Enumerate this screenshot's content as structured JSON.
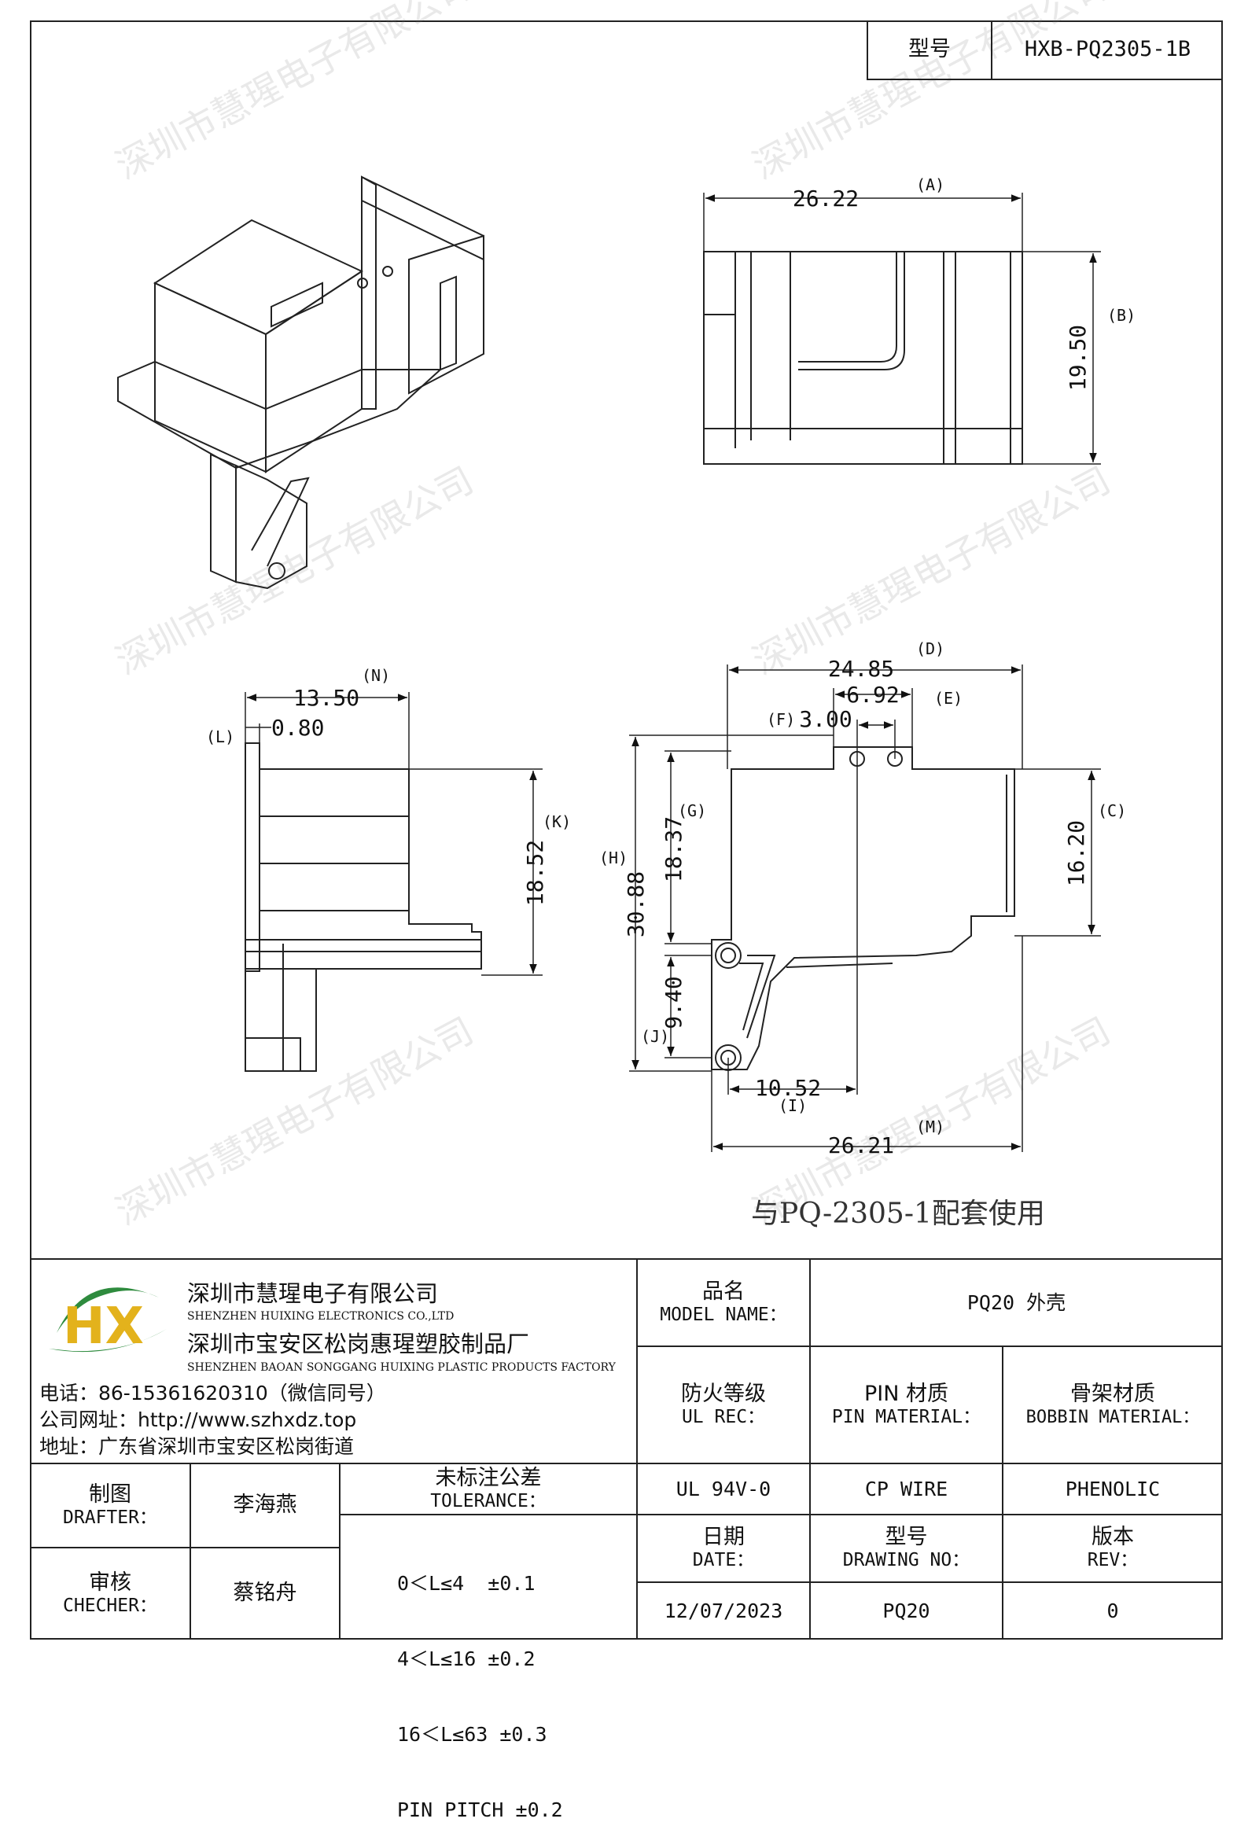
{
  "header": {
    "model_label": "型号",
    "model_value": "HXB-PQ2305-1B"
  },
  "watermark": "深圳市慧瑆电子有限公司",
  "drawing": {
    "note": "与PQ-2305-1配套使用",
    "dims": {
      "A": "26.22",
      "A_tag": "(A)",
      "B": "19.50",
      "B_tag": "(B)",
      "N": "13.50",
      "N_tag": "(N)",
      "L": "0.80",
      "L_tag": "(L)",
      "K": "18.52",
      "K_tag": "(K)",
      "D": "24.85",
      "D_tag": "(D)",
      "E": "6.92",
      "E_tag": "(E)",
      "F": "3.00",
      "F_tag": "(F)",
      "C": "16.20",
      "C_tag": "(C)",
      "G": "18.37",
      "G_tag": "(G)",
      "H": "30.88",
      "H_tag": "(H)",
      "J": "9.40",
      "J_tag": "(J)",
      "I": "10.52",
      "I_tag": "(I)",
      "M": "26.21",
      "M_tag": "(M)"
    }
  },
  "company": {
    "logo_text": "HX",
    "name_cn": "深圳市慧瑆电子有限公司",
    "name_en": "SHENZHEN HUIXING ELECTRONICS CO.,LTD",
    "factory_cn": "深圳市宝安区松岗惠瑆塑胶制品厂",
    "factory_en": "SHENZHEN BAOAN SONGGANG HUIXING PLASTIC PRODUCTS FACTORY",
    "phone": "电话：86-15361620310（微信同号）",
    "website": "公司网址：http://www.szhxdz.top",
    "address": "地址：广东省深圳市宝安区松岗街道"
  },
  "table": {
    "model_name_cn": "品名",
    "model_name_en": "MODEL NAME：",
    "model_name_value": "PQ20 外壳",
    "ul_cn": "防火等级",
    "ul_en": "UL REC：",
    "pin_cn": "PIN 材质",
    "pin_en": "PIN MATERIAL：",
    "bobbin_cn": "骨架材质",
    "bobbin_en": "BOBBIN MATERIAL：",
    "ul_value": "UL 94V-0",
    "pin_value": "CP WIRE",
    "bobbin_value": "PHENOLIC",
    "drafter_cn": "制图",
    "drafter_en": "DRAFTER：",
    "drafter_name": "李海燕",
    "checker_cn": "审核",
    "checker_en": "CHECHER：",
    "checker_name": "蔡铭舟",
    "tolerance_cn": "未标注公差",
    "tolerance_en": "TOLERANCE：",
    "tolerance_lines": [
      "0＜L≤4  ±0.1",
      "4＜L≤16 ±0.2",
      "16＜L≤63 ±0.3",
      "PIN PITCH ±0.2"
    ],
    "date_cn": "日期",
    "date_en": "DATE：",
    "drawing_no_cn": "型号",
    "drawing_no_en": "DRAWING NO：",
    "rev_cn": "版本",
    "rev_en": "REV：",
    "date_value": "12/07/2023",
    "drawing_no_value": "PQ20",
    "rev_value": "0"
  }
}
